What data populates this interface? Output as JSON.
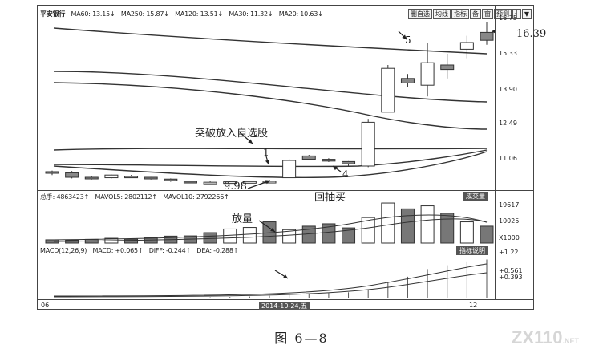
{
  "price_header": {
    "name": "平安银行",
    "items": [
      "MA60: 13.15↓",
      "MA250: 15.87↓",
      "MA120: 13.51↓",
      "MA30: 11.32↓",
      "MA20: 10.63↓"
    ]
  },
  "toolbar": {
    "buttons": [
      "删自选",
      "均线",
      "指标",
      "备",
      "窗",
      "预测",
      "┥",
      "▼"
    ]
  },
  "volume_header": {
    "items": [
      "总手: 4863423↑",
      "MAVOL5: 2802112↑",
      "MAVOL10: 2792266↑"
    ],
    "tag": "成交量"
  },
  "macd_header": {
    "items": [
      "MACD(12,26,9)",
      "MACD: +0.065↑",
      "DIFF: -0.244↑",
      "DEA: -0.288↑"
    ],
    "tag": "指标说明"
  },
  "price_axis": [
    "16.75",
    "15.33",
    "13.90",
    "12.49",
    "11.06"
  ],
  "volume_axis": [
    "19617",
    "10025",
    "X1000"
  ],
  "macd_axis": [
    "+1.22",
    "+0.561",
    "+0.393"
  ],
  "date_axis": {
    "left": "06",
    "box": "2014-10-24,五",
    "right": "12"
  },
  "annotations": {
    "breakout": "突破放入自选股",
    "n1": "1",
    "price_low": "9.98",
    "n4": "4",
    "pullback": "回抽买",
    "n5": "5",
    "price_high": "16.39",
    "volume": "放量"
  },
  "caption": "图 6—8",
  "watermark": "ZX110",
  "watermark_sub": ".NET",
  "chart_data": {
    "type": "candlestick",
    "title": "平安银行",
    "y_range": [
      9.5,
      17.0
    ],
    "candles": [
      {
        "o": 10.25,
        "c": 10.18,
        "h": 10.3,
        "l": 10.1,
        "fill": "grey"
      },
      {
        "o": 10.2,
        "c": 10.0,
        "h": 10.28,
        "l": 9.95,
        "fill": "grey"
      },
      {
        "o": 10.0,
        "c": 9.95,
        "h": 10.05,
        "l": 9.9,
        "fill": "grey"
      },
      {
        "o": 9.98,
        "c": 10.1,
        "h": 10.12,
        "l": 9.95,
        "fill": "white"
      },
      {
        "o": 10.05,
        "c": 10.0,
        "h": 10.1,
        "l": 9.97,
        "fill": "grey"
      },
      {
        "o": 10.0,
        "c": 9.93,
        "h": 10.02,
        "l": 9.9,
        "fill": "grey"
      },
      {
        "o": 9.92,
        "c": 9.85,
        "h": 9.95,
        "l": 9.8,
        "fill": "grey"
      },
      {
        "o": 9.82,
        "c": 9.8,
        "h": 9.85,
        "l": 9.75,
        "fill": "grey"
      },
      {
        "o": 9.78,
        "c": 9.78,
        "h": 9.82,
        "l": 9.75,
        "fill": "white"
      },
      {
        "o": 9.8,
        "c": 9.8,
        "h": 9.83,
        "l": 9.77,
        "fill": "white"
      },
      {
        "o": 9.8,
        "c": 9.81,
        "h": 9.84,
        "l": 9.78,
        "fill": "white"
      },
      {
        "o": 9.8,
        "c": 9.82,
        "h": 9.86,
        "l": 9.78,
        "fill": "white"
      },
      {
        "o": 9.98,
        "c": 10.75,
        "h": 10.8,
        "l": 9.98,
        "fill": "white"
      },
      {
        "o": 10.95,
        "c": 10.8,
        "h": 11.0,
        "l": 10.75,
        "fill": "grey"
      },
      {
        "o": 10.8,
        "c": 10.72,
        "h": 10.85,
        "l": 10.68,
        "fill": "grey"
      },
      {
        "o": 10.7,
        "c": 10.6,
        "h": 10.72,
        "l": 10.5,
        "fill": "grey"
      },
      {
        "o": 10.5,
        "c": 12.45,
        "h": 12.6,
        "l": 10.45,
        "fill": "white"
      },
      {
        "o": 12.9,
        "c": 14.85,
        "h": 15.0,
        "l": 12.9,
        "fill": "white"
      },
      {
        "o": 14.4,
        "c": 14.2,
        "h": 14.6,
        "l": 14.0,
        "fill": "grey"
      },
      {
        "o": 14.1,
        "c": 15.1,
        "h": 16.0,
        "l": 13.6,
        "fill": "white"
      },
      {
        "o": 15.0,
        "c": 14.8,
        "h": 15.5,
        "l": 14.4,
        "fill": "grey"
      },
      {
        "o": 15.7,
        "c": 16.0,
        "h": 16.3,
        "l": 15.3,
        "fill": "white"
      },
      {
        "o": 16.45,
        "c": 16.1,
        "h": 16.9,
        "l": 15.9,
        "fill": "grey"
      }
    ],
    "volumes": [
      {
        "v": 1500,
        "fill": "grey"
      },
      {
        "v": 1300,
        "fill": "grey"
      },
      {
        "v": 1700,
        "fill": "grey"
      },
      {
        "v": 2200,
        "fill": "white"
      },
      {
        "v": 1800,
        "fill": "grey"
      },
      {
        "v": 2600,
        "fill": "grey"
      },
      {
        "v": 3200,
        "fill": "grey"
      },
      {
        "v": 3300,
        "fill": "grey"
      },
      {
        "v": 4800,
        "fill": "grey"
      },
      {
        "v": 6500,
        "fill": "white"
      },
      {
        "v": 7200,
        "fill": "white"
      },
      {
        "v": 9800,
        "fill": "grey"
      },
      {
        "v": 6200,
        "fill": "white"
      },
      {
        "v": 7800,
        "fill": "grey"
      },
      {
        "v": 8900,
        "fill": "grey"
      },
      {
        "v": 7000,
        "fill": "grey"
      },
      {
        "v": 11800,
        "fill": "white"
      },
      {
        "v": 18500,
        "fill": "white"
      },
      {
        "v": 15800,
        "fill": "grey"
      },
      {
        "v": 17200,
        "fill": "white"
      },
      {
        "v": 13800,
        "fill": "grey"
      },
      {
        "v": 9800,
        "fill": "white"
      },
      {
        "v": 7800,
        "fill": "grey"
      }
    ],
    "volume_range": [
      0,
      20000
    ],
    "macd_bars": [
      0,
      0,
      0,
      0,
      0,
      0,
      0,
      0,
      0.01,
      0.02,
      0.03,
      0.05,
      0.08,
      0.1,
      0.12,
      0.14,
      0.2,
      0.4,
      0.55,
      0.75,
      0.85,
      0.95,
      1.0
    ],
    "macd_range": [
      0,
      1.22
    ]
  }
}
